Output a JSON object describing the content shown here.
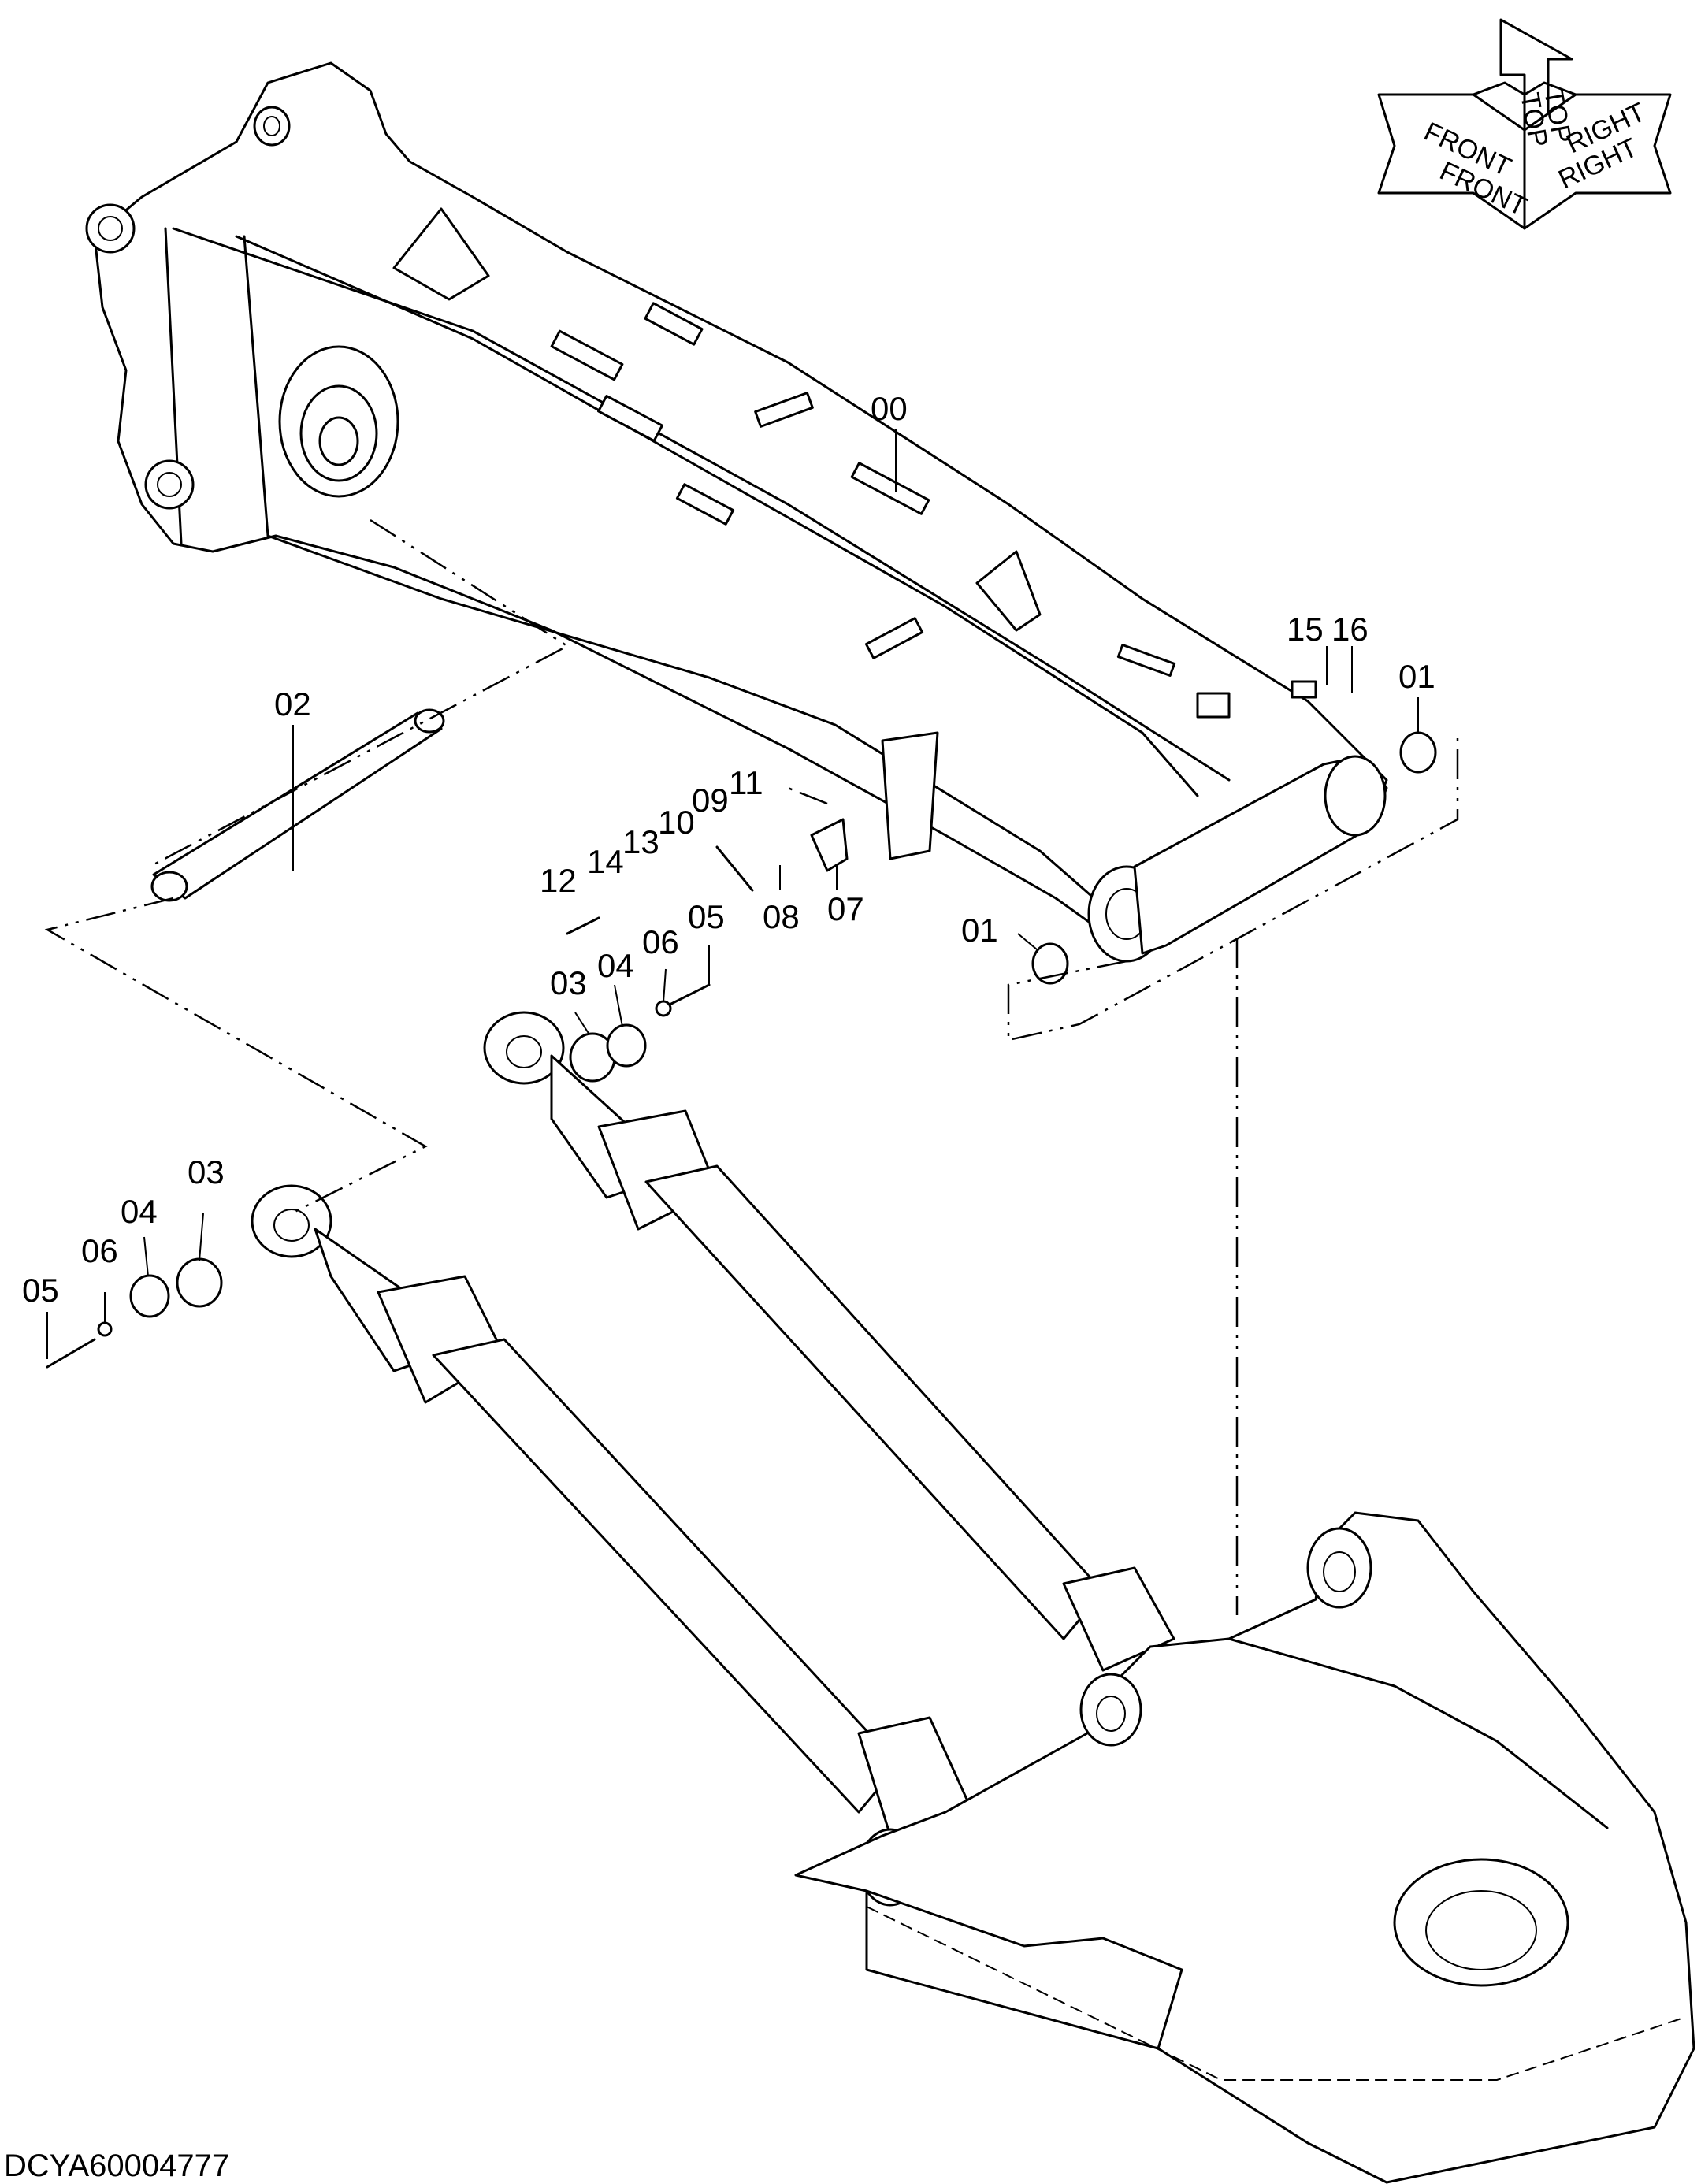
{
  "diagram": {
    "drawing_code": "DCYA60004777",
    "orientation": {
      "top": "TOP",
      "front": "FRONT",
      "right": "RIGHT"
    },
    "callouts": {
      "c00": "00",
      "c01a": "01",
      "c01b": "01",
      "c02": "02",
      "c03a": "03",
      "c03b": "03",
      "c04a": "04",
      "c04b": "04",
      "c05a": "05",
      "c05b": "05",
      "c06a": "06",
      "c06b": "06",
      "c07": "07",
      "c08": "08",
      "c09": "09",
      "c10": "10",
      "c11": "11",
      "c12": "12",
      "c13": "13",
      "c14": "14",
      "c15": "15",
      "c16": "16"
    }
  }
}
